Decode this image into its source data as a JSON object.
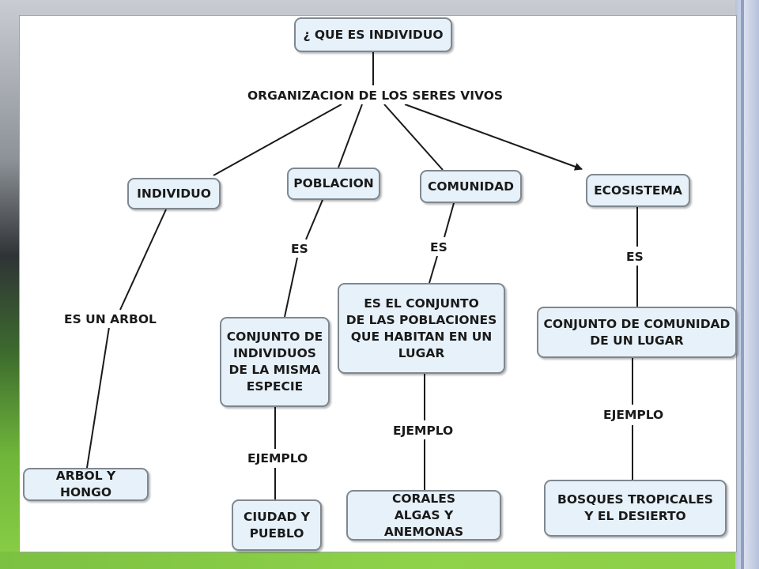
{
  "concept_map": {
    "root": "¿ QUE ES INDIVIDUO",
    "root_link": "ORGANIZACION  DE LOS SERES VIVOS",
    "branches": [
      {
        "concept": "INDIVIDUO",
        "link": "ES UN ARBOL",
        "leaf": "ARBOL Y HONGO"
      },
      {
        "concept": "POBLACION",
        "link": "ES",
        "definition": "CONJUNTO DE\nINDIVIDUOS\nDE LA MISMA\nESPECIE",
        "example_link": "EJEMPLO",
        "example": "CIUDAD Y\nPUEBLO"
      },
      {
        "concept": "COMUNIDAD",
        "link": "ES",
        "definition": "ES EL CONJUNTO\nDE LAS POBLACIONES\nQUE HABITAN EN UN\nLUGAR",
        "example_link": "EJEMPLO",
        "example": "CORALES\nALGAS Y ANEMONAS"
      },
      {
        "concept": "ECOSISTEMA",
        "link": "ES",
        "definition": "CONJUNTO DE COMUNIDAD\nDE UN LUGAR",
        "example_link": "EJEMPLO",
        "example": "BOSQUES TROPICALES\nY EL DESIERTO"
      }
    ]
  }
}
